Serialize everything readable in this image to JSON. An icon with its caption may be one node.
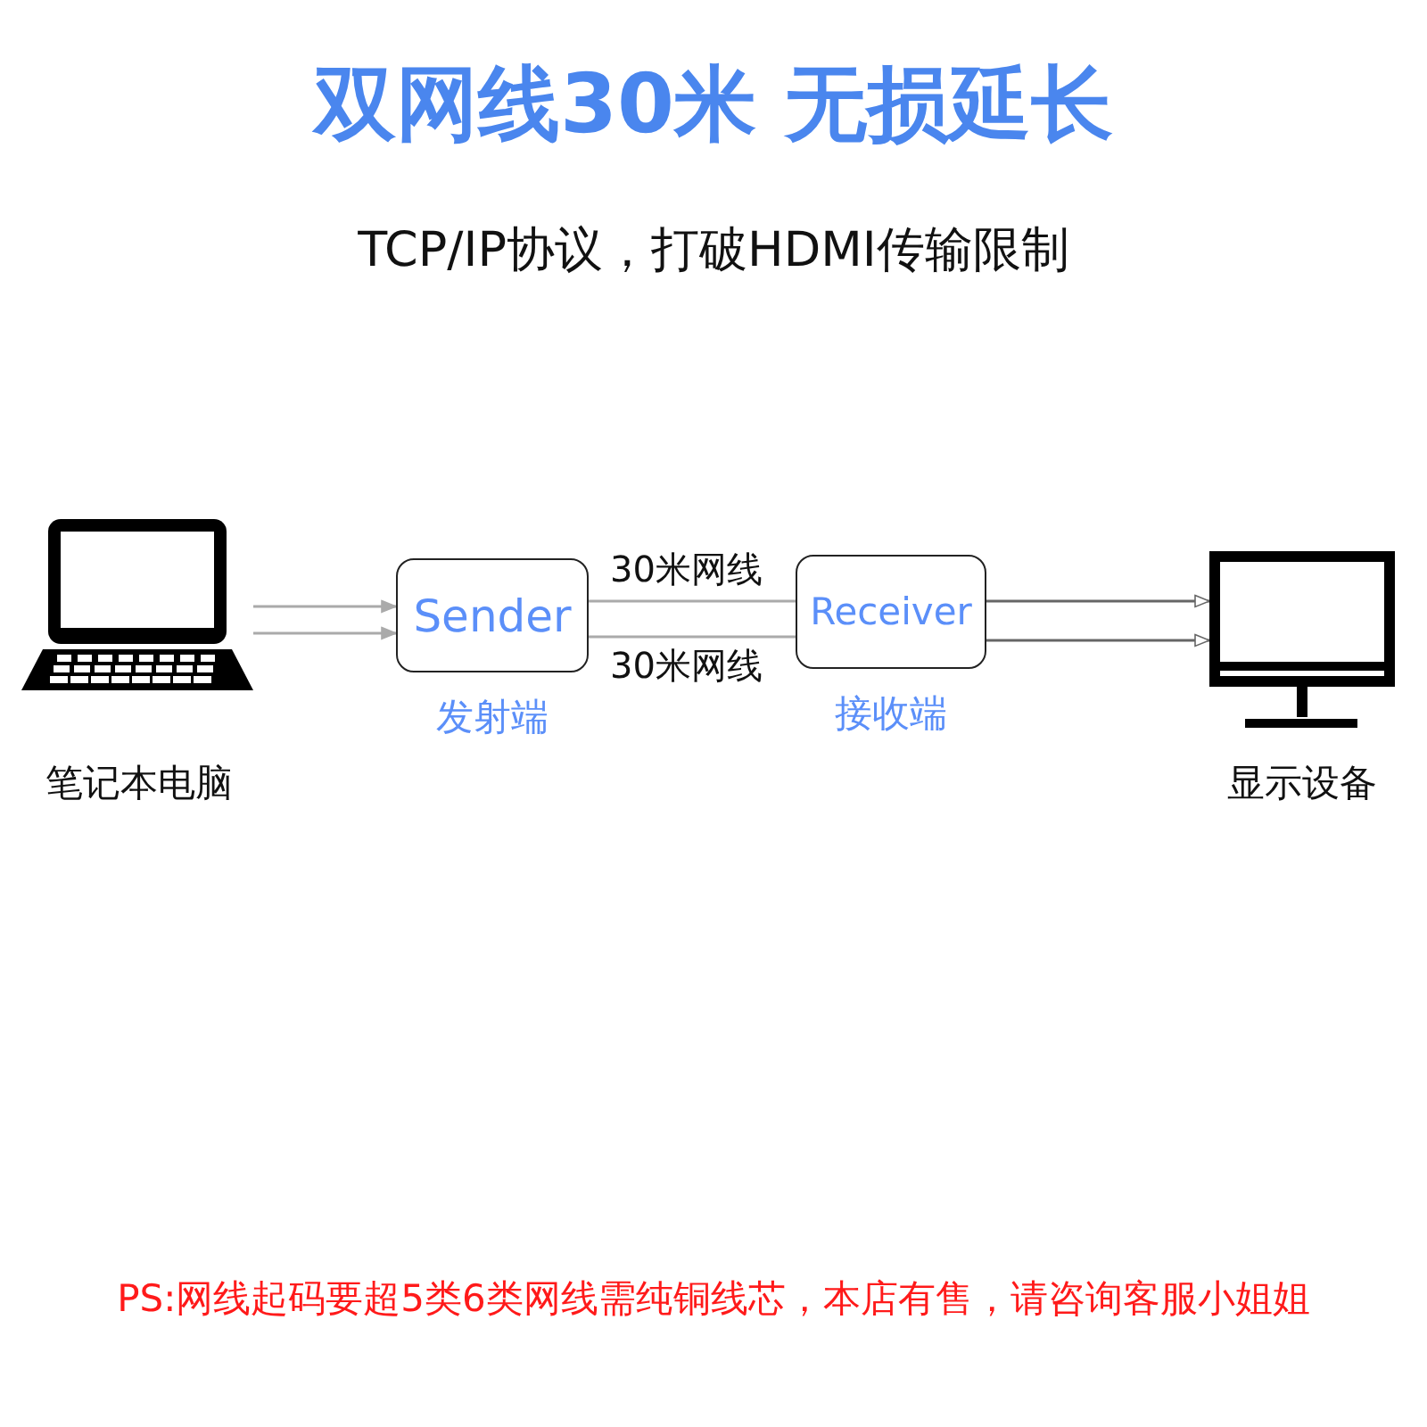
{
  "diagram": {
    "title": "双网线30米 无损延长",
    "nodes": [
      {
        "text": [
          "笔记本电脑"
        ]
      },
      {
        "text": [
          "Sender"
        ],
        "beside": [
          "发射端"
        ]
      },
      {
        "text": [
          "Receiver"
        ],
        "beside": [
          "接收端"
        ]
      },
      {
        "text": [
          "显示设备"
        ]
      }
    ],
    "edges": [
      {
        "from": 0,
        "to": 1,
        "arrow": "to"
      },
      {
        "from": 0,
        "to": 1,
        "arrow": "to"
      },
      {
        "from": 1,
        "to": 2,
        "arrow": "none",
        "label": "30米网线"
      },
      {
        "from": 1,
        "to": 2,
        "arrow": "none",
        "label": "30米网线"
      },
      {
        "from": 2,
        "to": 3,
        "arrow": "to",
        "color": "#666666"
      },
      {
        "from": 2,
        "to": 3,
        "arrow": "to",
        "color": "#666666"
      }
    ],
    "labels": [
      "TCP/IP协议，打破HDMI传输限制",
      "PS:网线起码要超5类6类网线需纯铜线芯，本店有售，请咨询客服小姐姐"
    ]
  }
}
